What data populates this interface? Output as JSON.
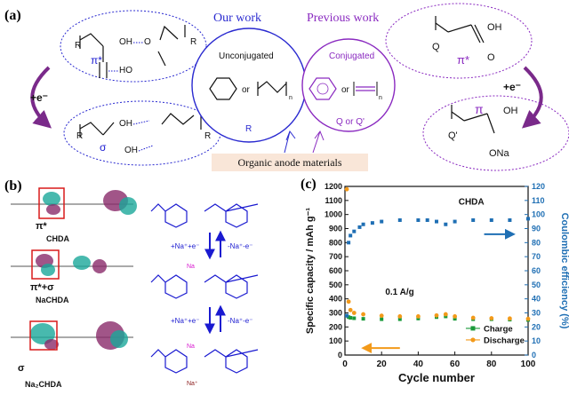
{
  "panel_a": {
    "label": "(a)",
    "our_work": "Our work",
    "previous_work": "Previous work",
    "unconjugated": "Unconjugated",
    "conjugated": "Conjugated",
    "or": "or",
    "n": "n",
    "r": "R",
    "q_or_q": "Q or Q'",
    "organic_anode": "Organic anode materials",
    "plus_e": "+e⁻",
    "pi_star": "π*",
    "sigma": "σ",
    "pi": "π",
    "oh": "OH",
    "ho": "HO",
    "o": "O",
    "q": "Q",
    "q_prime": "Q'",
    "ona": "ONa"
  },
  "panel_b": {
    "label": "(b)",
    "molecules": [
      {
        "name": "CHDA",
        "orbital": "π*"
      },
      {
        "name": "NaCHDA",
        "orbital": "π*+σ"
      },
      {
        "name": "Na₂CHDA",
        "orbital": "σ"
      }
    ],
    "steps": [
      {
        "forward": "+Na⁺+e⁻",
        "reverse": "-Na⁺-e⁻"
      },
      {
        "forward": "+Na⁺+e⁻",
        "reverse": "-Na⁺-e⁻"
      }
    ],
    "na": "Na",
    "na_plus": "Na⁺"
  },
  "panel_c": {
    "label": "(c)",
    "annotation_material": "CHDA",
    "annotation_rate": "0.1 A/g"
  },
  "chart_data": {
    "type": "scatter",
    "xlabel": "Cycle number",
    "ylabel": "Specific capacity / mAh g⁻¹",
    "y2label": "Coulombic efficiency (%)",
    "xlim": [
      0,
      100
    ],
    "ylim": [
      0,
      1200
    ],
    "y2lim": [
      0,
      120
    ],
    "xticks": [
      0,
      20,
      40,
      60,
      80,
      100
    ],
    "yticks": [
      0,
      100,
      200,
      300,
      400,
      500,
      600,
      700,
      800,
      900,
      1000,
      1100,
      1200
    ],
    "y2ticks": [
      0,
      10,
      20,
      30,
      40,
      50,
      60,
      70,
      80,
      90,
      100,
      110,
      120
    ],
    "legend_position": "bottom-right",
    "series": [
      {
        "name": "Charge",
        "axis": "left",
        "color": "#1a9a3a",
        "marker": "square",
        "x": [
          1,
          2,
          3,
          5,
          10,
          20,
          30,
          40,
          50,
          55,
          60,
          70,
          80,
          90,
          100
        ],
        "y": [
          280,
          270,
          265,
          262,
          258,
          255,
          255,
          260,
          270,
          275,
          258,
          255,
          255,
          252,
          250
        ]
      },
      {
        "name": "Discharge",
        "axis": "left",
        "color": "#f39a1a",
        "marker": "circle",
        "x": [
          1,
          2,
          3,
          5,
          10,
          20,
          30,
          40,
          50,
          55,
          60,
          70,
          80,
          90,
          100
        ],
        "y": [
          1180,
          380,
          320,
          300,
          290,
          280,
          275,
          275,
          282,
          290,
          275,
          265,
          262,
          260,
          258
        ]
      },
      {
        "name": "",
        "axis": "right",
        "color": "#1f6fb4",
        "marker": "square",
        "x": [
          1,
          2,
          3,
          5,
          8,
          10,
          15,
          20,
          30,
          40,
          45,
          50,
          55,
          60,
          70,
          80,
          90,
          100
        ],
        "y": [
          28,
          80,
          85,
          88,
          91,
          93,
          94,
          95,
          96,
          96,
          96,
          95,
          93,
          95,
          96,
          96,
          96,
          97
        ]
      }
    ]
  }
}
